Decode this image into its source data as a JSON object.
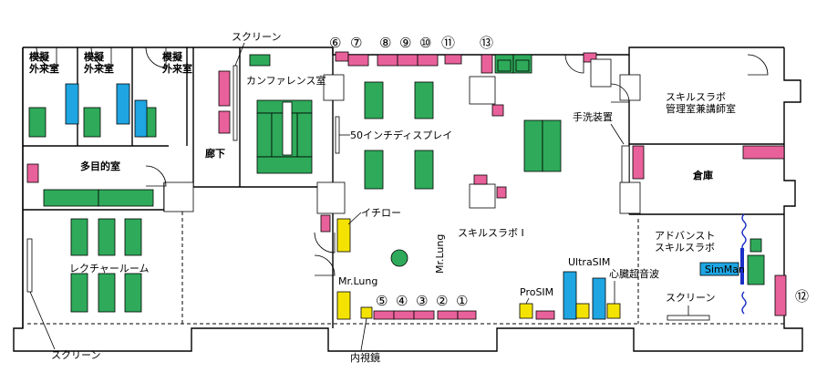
{
  "rooms": {
    "mock_outpatient": "模擬\n外来室",
    "multipurpose": "多目的室",
    "lecture": "レクチャールーム",
    "corridor": "廊下",
    "conference": "カンファレンス室",
    "skills_lab_1": "スキルスラボ Ⅰ",
    "skills_lab_office": "スキルスラボ\n管理室兼講師室",
    "storage": "倉庫",
    "advanced_lab": "アドバンスト\nスキルスラボ"
  },
  "labels": {
    "screen": "スクリーン",
    "display_50": "50インチディスプレイ",
    "ichiro": "イチロー",
    "mr_lung": "Mr.Lung",
    "mr_lung_vertical": "Mr.Lung",
    "endoscope": "内視鏡",
    "prosim": "ProSIM",
    "ultrasim": "UltraSIM",
    "cardiac_echo": "心臓超音波",
    "sinks": "手洗装置",
    "simman": "SimMan"
  },
  "numbers": {
    "n1": "①",
    "n2": "②",
    "n3": "③",
    "n4": "④",
    "n5": "⑤",
    "n6": "⑥",
    "n7": "⑦",
    "n8": "⑧",
    "n9": "⑨",
    "n10": "⑩",
    "n11": "⑪",
    "n12": "⑫",
    "n13": "⑬"
  },
  "colors": {
    "pink": "#e8619a",
    "green": "#2eaa5a",
    "blue": "#1ea5e2",
    "yellow": "#f4e300"
  }
}
